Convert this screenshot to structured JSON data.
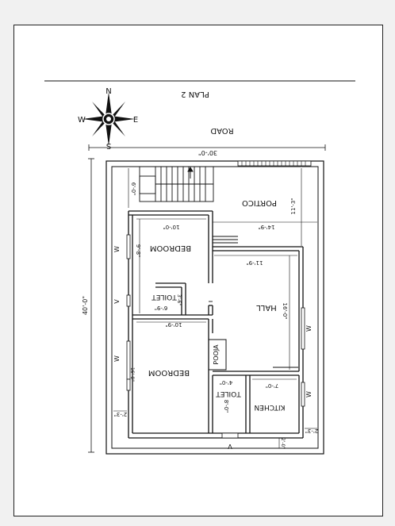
{
  "plan": {
    "title": "PLAN 2",
    "road": "ROAD"
  },
  "compass": {
    "n": "N",
    "s": "S",
    "e": "E",
    "w": "W"
  },
  "rooms": {
    "portico": "PORTICO",
    "bedroom_top": "BEDROOM",
    "toilet_top": "TOILET",
    "hall": "HALL",
    "pooja": "POOJA",
    "bedroom_bottom": "BEDROOM",
    "toilet_bottom": "TOILET",
    "kitchen": "KITCHEN"
  },
  "dims": {
    "plot_width": "30'-0\"",
    "plot_depth": "40'-0\"",
    "stair": "6'-0\"",
    "portico_h": "11'-3\"",
    "portico_w": "14'-9\"",
    "bed1_w": "10'-0\"",
    "bed1_h": "9'-8\"",
    "hall_w": "11'-9\"",
    "toilet1_w": "6'-9\"",
    "toilet1_h": "3'-6\"",
    "bed2_w": "10'-9\"",
    "hall_h": "16'-0\"",
    "bed2_h": "16'-0\"",
    "toilet2_w": "4'-0\"",
    "toilet2_h": "8'-0\"",
    "kitchen_w": "7'-0\"",
    "front_left": "2'-3\"",
    "front_right": "2'-3\"",
    "bottom_small": "2'-0\""
  },
  "symbols": {
    "window": "W",
    "vent": "V"
  },
  "colors": {
    "ink": "#111111",
    "sheet": "#ffffff",
    "page": "#f1f1f1"
  }
}
